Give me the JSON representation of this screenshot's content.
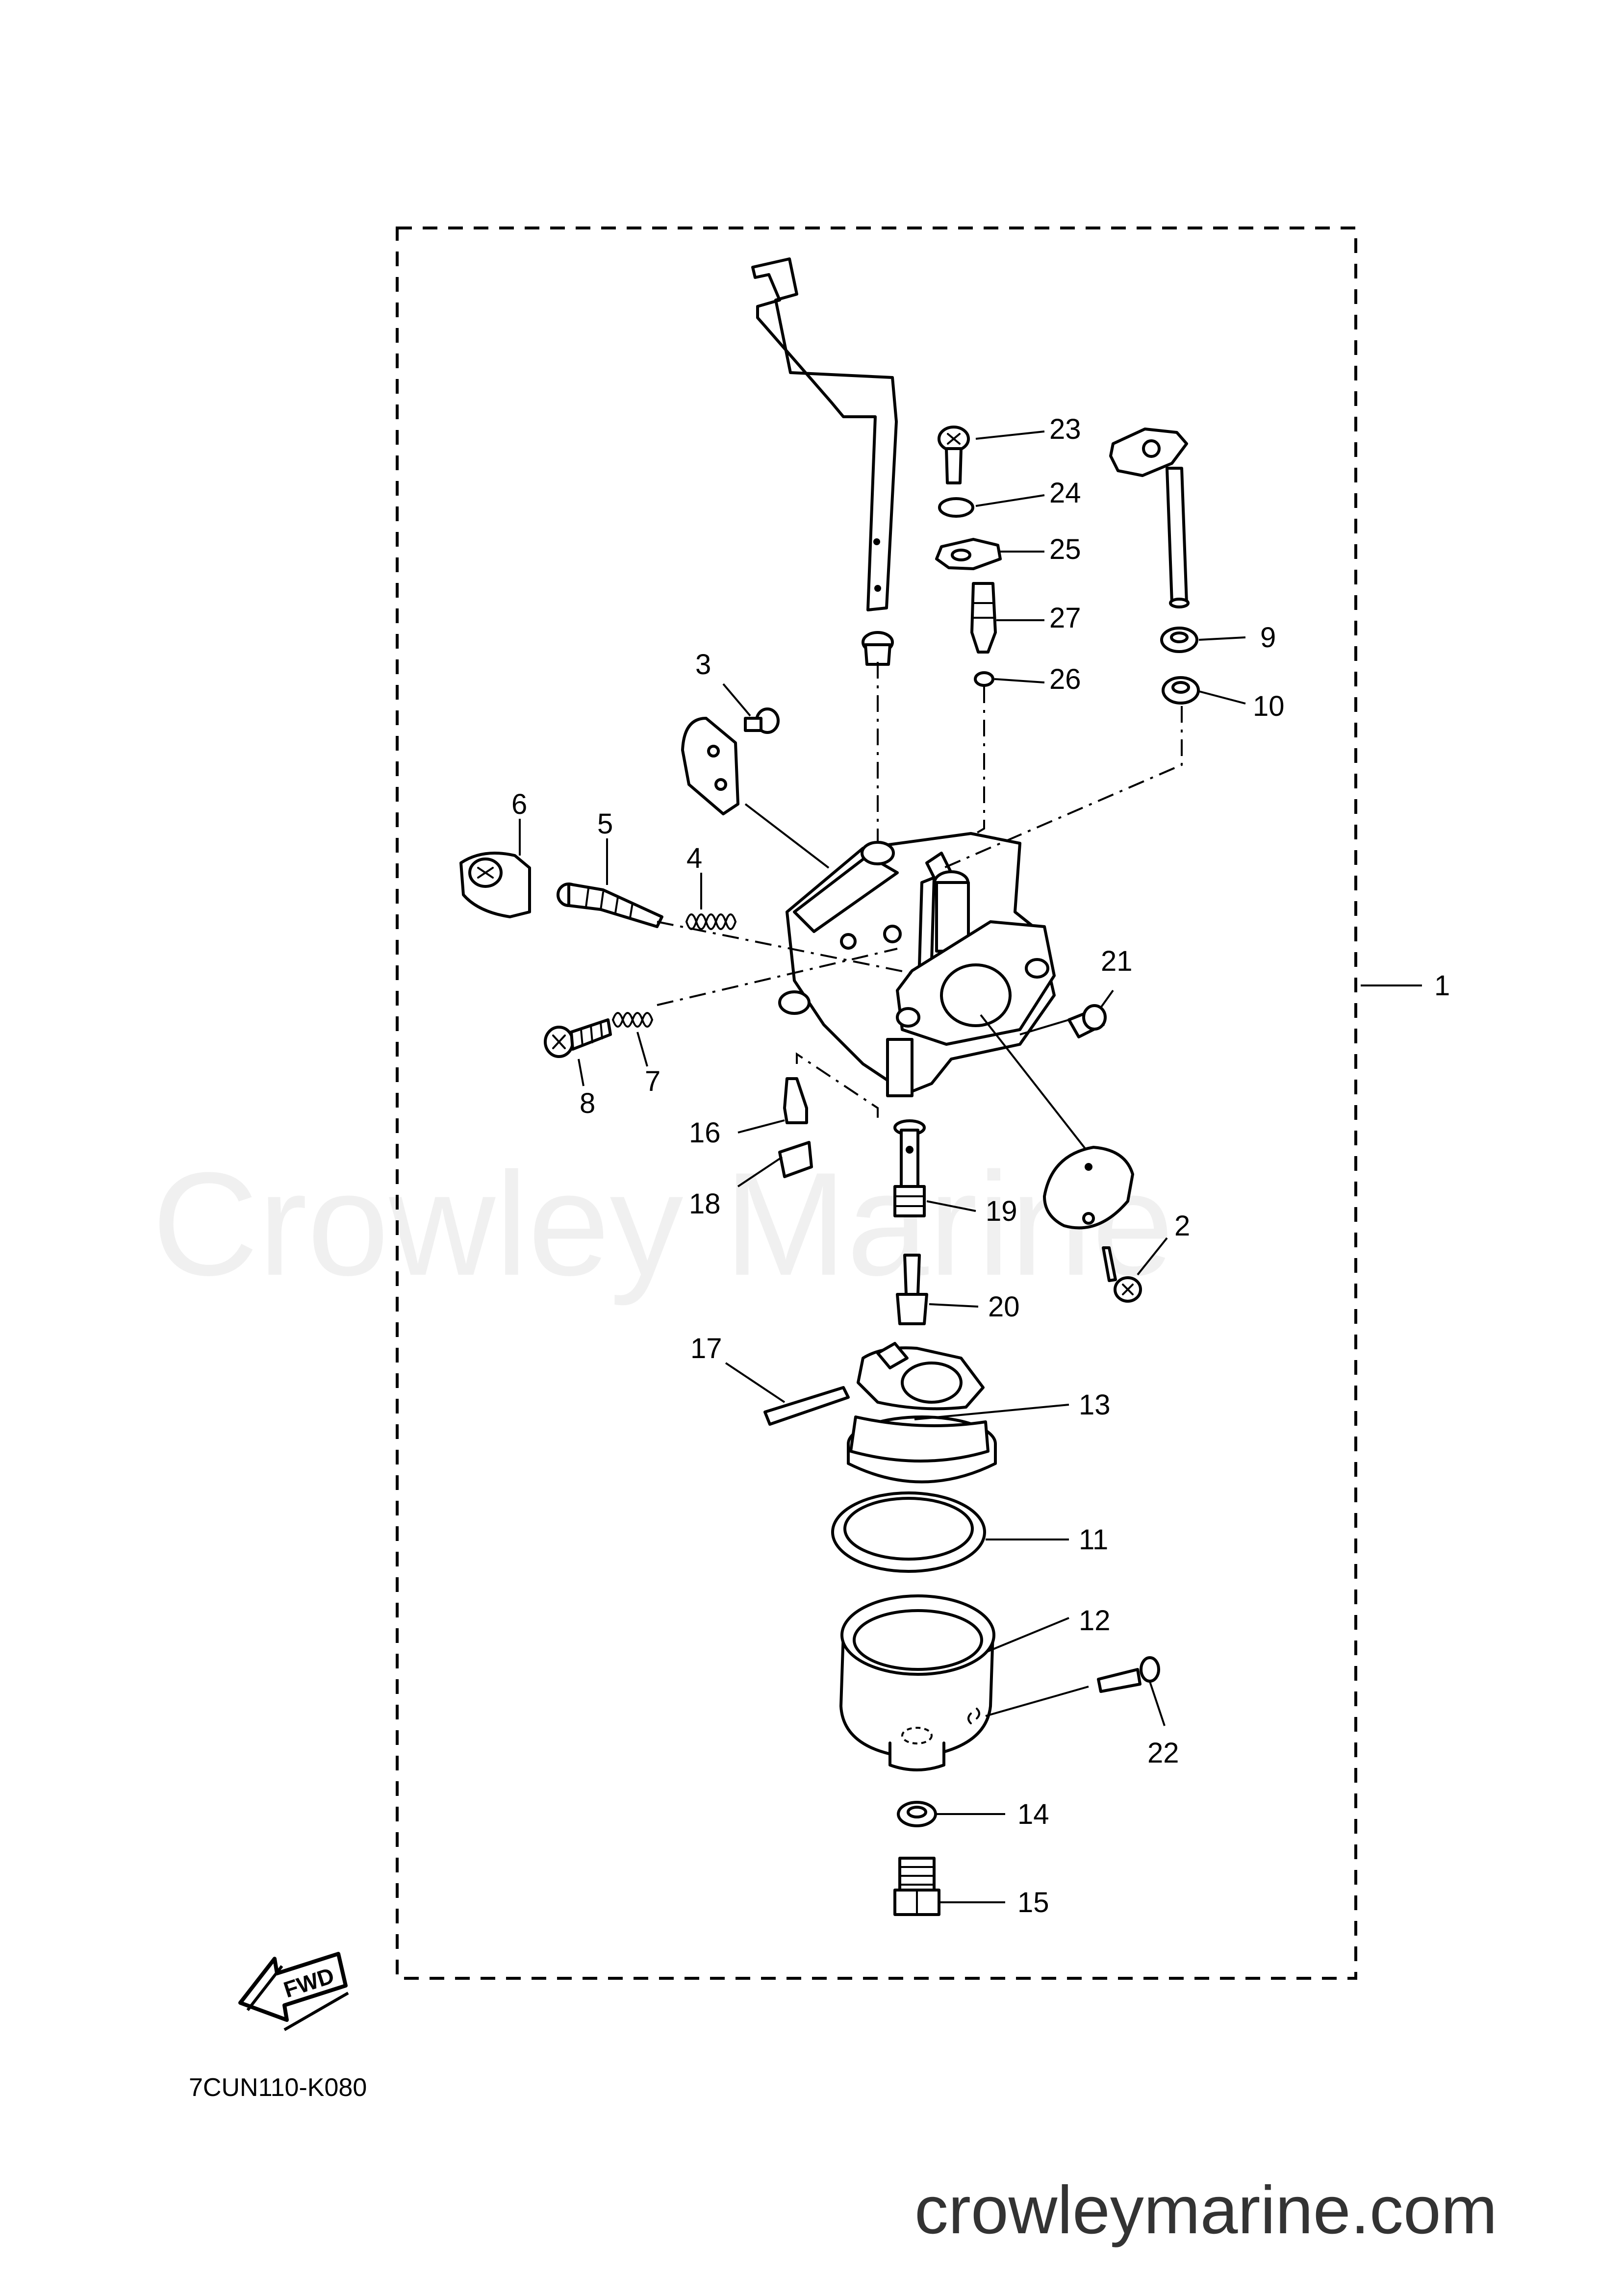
{
  "watermark": "Crowley Marine",
  "footer_url": "crowleymarine.com",
  "diagram_code": "7CUN110-K080",
  "fwd_label": "FWD",
  "callouts": [
    "1",
    "2",
    "3",
    "4",
    "5",
    "6",
    "7",
    "8",
    "9",
    "10",
    "11",
    "12",
    "13",
    "14",
    "15",
    "16",
    "17",
    "18",
    "19",
    "20",
    "21",
    "22",
    "23",
    "24",
    "25",
    "26",
    "27"
  ]
}
